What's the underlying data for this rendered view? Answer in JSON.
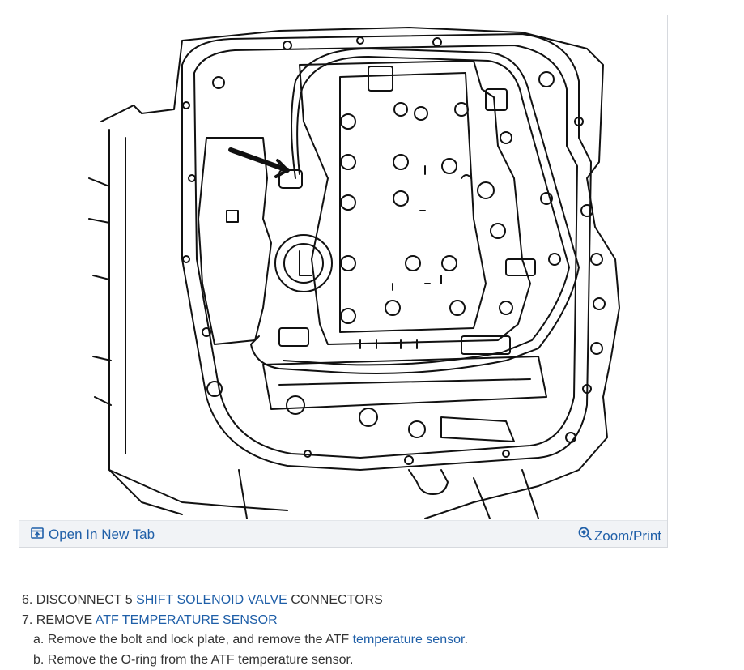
{
  "figure": {
    "open_tab_label": "Open In New Tab",
    "zoom_label": "Zoom/Print",
    "open_icon": "open-new-tab-icon",
    "zoom_icon": "zoom-in-icon",
    "link_color": "#1f5fa8"
  },
  "steps": {
    "step6": {
      "prefix": "6. DISCONNECT 5 ",
      "link": "SHIFT SOLENOID VALVE",
      "suffix": " CONNECTORS"
    },
    "step7": {
      "prefix": "7. REMOVE ",
      "link": "ATF TEMPERATURE SENSOR"
    },
    "step7a": {
      "prefix": "a. Remove the bolt and lock plate, and remove the ATF ",
      "link": "temperature sensor",
      "suffix": "."
    },
    "step7b": {
      "text": "b. Remove the O-ring from the ATF temperature sensor."
    }
  }
}
